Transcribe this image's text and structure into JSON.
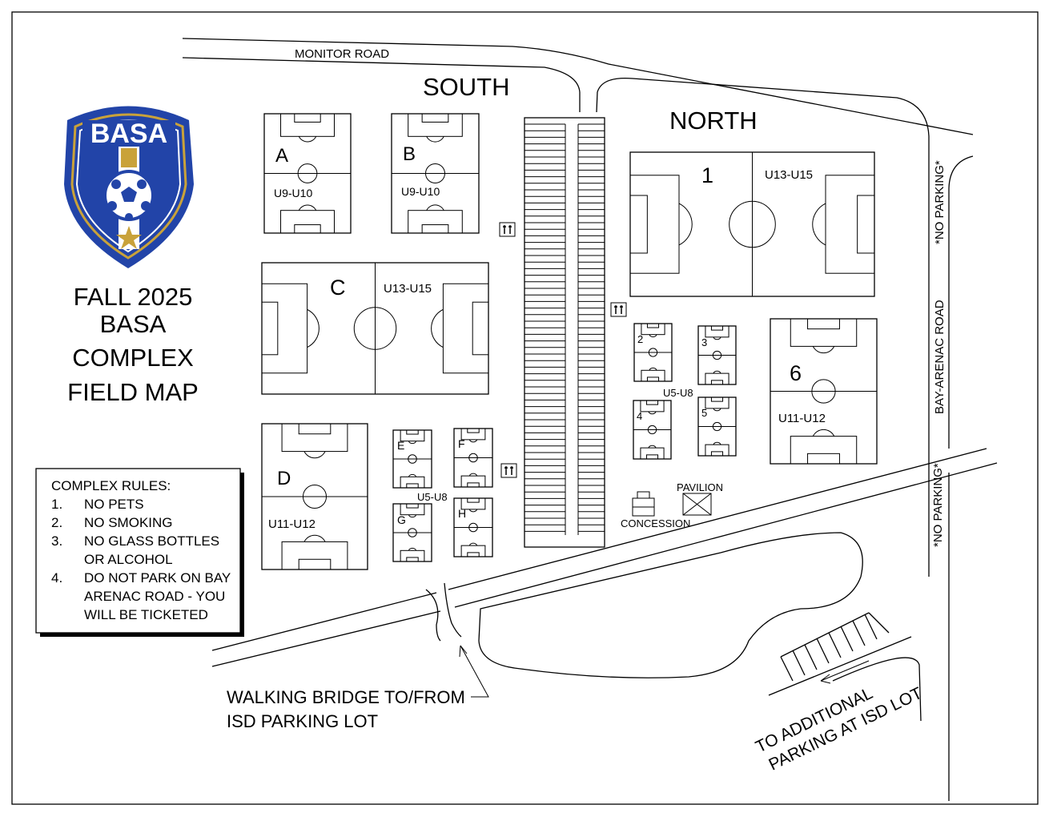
{
  "title": {
    "line1": "FALL 2025",
    "line2": "BASA",
    "line3": "COMPLEX",
    "line4": "FIELD MAP"
  },
  "logo": {
    "text": "BASA",
    "colors": {
      "blue": "#2244a8",
      "gold": "#c9a23a"
    }
  },
  "areas": {
    "south": "SOUTH",
    "north": "NORTH"
  },
  "roads": {
    "monitor": "MONITOR ROAD",
    "bay_arenac": "BAY-ARENAC ROAD",
    "no_parking_1": "*NO PARKING*",
    "no_parking_2": "*NO PARKING*"
  },
  "fields": {
    "A": {
      "label": "A",
      "age": "U9-U10"
    },
    "B": {
      "label": "B",
      "age": "U9-U10"
    },
    "C": {
      "label": "C",
      "age": "U13-U15"
    },
    "D": {
      "label": "D",
      "age": "U11-U12"
    },
    "E": {
      "label": "E"
    },
    "F": {
      "label": "F"
    },
    "G": {
      "label": "G"
    },
    "H": {
      "label": "H"
    },
    "EH_age": "U5-U8",
    "f1": {
      "label": "1",
      "age": "U13-U15"
    },
    "f2": {
      "label": "2"
    },
    "f3": {
      "label": "3"
    },
    "f4": {
      "label": "4"
    },
    "f5": {
      "label": "5"
    },
    "f25_age": "U5-U8",
    "f6": {
      "label": "6",
      "age": "U11-U12"
    }
  },
  "facilities": {
    "pavilion": "PAVILION",
    "concession": "CONCESSION"
  },
  "rules": {
    "heading": "COMPLEX RULES:",
    "items": [
      {
        "num": "1.",
        "lines": [
          "NO PETS"
        ]
      },
      {
        "num": "2.",
        "lines": [
          "NO SMOKING"
        ]
      },
      {
        "num": "3.",
        "lines": [
          "NO GLASS BOTTLES",
          "OR ALCOHOL"
        ]
      },
      {
        "num": "4.",
        "lines": [
          "DO NOT PARK ON BAY",
          "ARENAC ROAD - YOU",
          "WILL BE TICKETED"
        ]
      }
    ]
  },
  "bridge_note": {
    "line1": "WALKING BRIDGE TO/FROM",
    "line2": "ISD PARKING LOT"
  },
  "parking_note": {
    "line1": "TO ADDITIONAL",
    "line2": "PARKING AT ISD LOT"
  }
}
